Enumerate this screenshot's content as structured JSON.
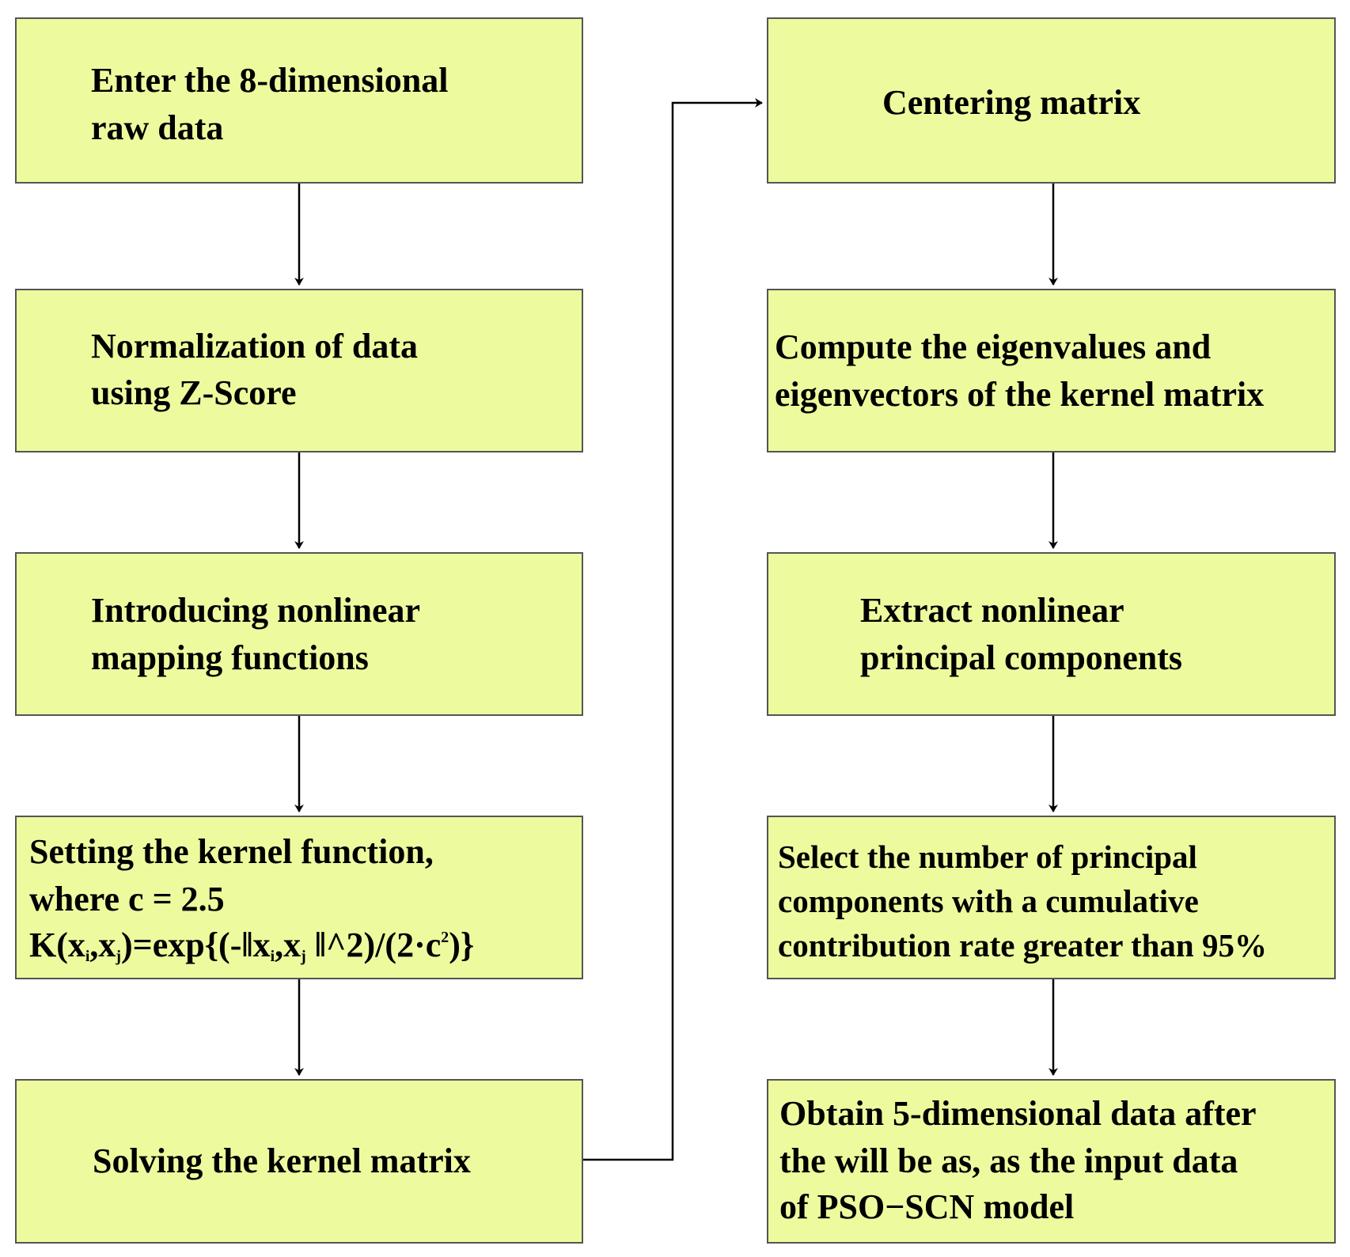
{
  "left_column": [
    {
      "id": "raw-data",
      "lines": [
        "Enter the 8-dimensional",
        "raw data"
      ]
    },
    {
      "id": "normalization",
      "lines": [
        "Normalization of data",
        "using Z-Score"
      ]
    },
    {
      "id": "nonlinear-mapping",
      "lines": [
        "Introducing nonlinear",
        "mapping functions"
      ]
    },
    {
      "id": "kernel-function",
      "lines": [
        "Setting the kernel function,",
        "where c = 2.5"
      ],
      "formula": {
        "K": "K(x",
        "i": "i",
        "comma": ",x",
        "j": "j",
        "mid": ")=exp{(-‖x",
        "tail": " ‖^2)/(2·c",
        "sq": "2",
        "end": ")}"
      }
    },
    {
      "id": "kernel-matrix",
      "lines": [
        "Solving the kernel matrix"
      ]
    }
  ],
  "right_column": [
    {
      "id": "centering-matrix",
      "lines": [
        "Centering matrix"
      ]
    },
    {
      "id": "eigen",
      "lines": [
        "Compute the eigenvalues and",
        "eigenvectors of the kernel matrix"
      ]
    },
    {
      "id": "extract-components",
      "lines": [
        "Extract nonlinear",
        "principal components"
      ]
    },
    {
      "id": "select-components",
      "lines": [
        "Select the number of principal",
        "components with a cumulative",
        "contribution rate greater than 95%"
      ]
    },
    {
      "id": "output-data",
      "lines": [
        "Obtain 5-dimensional data after",
        "the will be as, as the input data",
        "of PSO−SCN model"
      ]
    }
  ]
}
